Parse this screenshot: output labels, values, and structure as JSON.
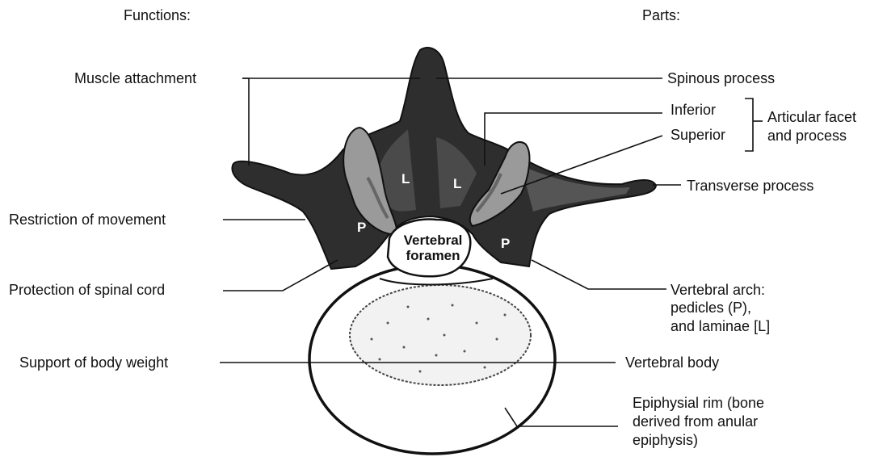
{
  "headers": {
    "functions": "Functions:",
    "parts": "Parts:"
  },
  "functions": {
    "muscle": "Muscle attachment",
    "restriction": "Restriction of movement",
    "protection": "Protection of spinal cord",
    "support": "Support of body weight"
  },
  "parts": {
    "spinous": "Spinous process",
    "inferior": "Inferior",
    "superior": "Superior",
    "articular_1": "Articular facet",
    "articular_2": "and process",
    "transverse": "Transverse process",
    "arch_1": "Vertebral arch:",
    "arch_2": "pedicles (P),",
    "arch_3": "and laminae [L]",
    "body": "Vertebral body",
    "rim_1": "Epiphysial rim (bone",
    "rim_2": "derived from anular",
    "rim_3": "epiphysis)"
  },
  "figure": {
    "foramen_1": "Vertebral",
    "foramen_2": "foramen",
    "lamina": "L",
    "pedicle": "P"
  },
  "colors": {
    "bone_dark": "#2e2e2e",
    "bone_mid": "#6a6a6a",
    "facet": "#9a9a9a",
    "body_fill": "#ffffff"
  }
}
